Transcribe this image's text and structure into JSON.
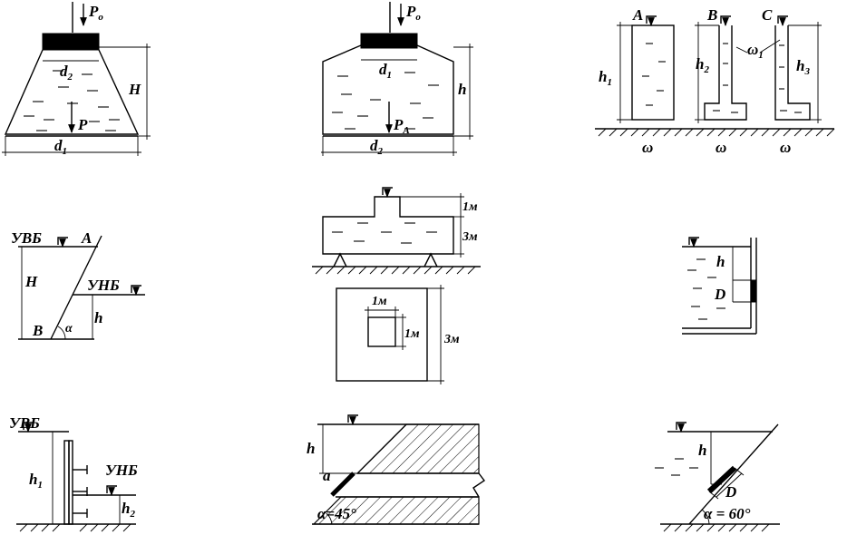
{
  "fig1": {
    "force_top": "P",
    "force_top_sub": "o",
    "force_bottom": "P",
    "top_dia": "d",
    "top_dia_sub": "2",
    "bottom_dia": "d",
    "bottom_dia_sub": "1",
    "height": "H"
  },
  "fig2": {
    "force_top": "P",
    "force_top_sub": "o",
    "force_bottom": "P",
    "force_bottom_sub": "A",
    "top_dia": "d",
    "top_dia_sub": "1",
    "bottom_dia": "d",
    "bottom_dia_sub": "2",
    "height": "h"
  },
  "fig3": {
    "vessel_a": "A",
    "vessel_b": "B",
    "vessel_c": "C",
    "h1": "h",
    "h1_sub": "1",
    "h2": "h",
    "h2_sub": "2",
    "h3": "h",
    "h3_sub": "3",
    "omega1": "ω",
    "omega1_sub": "1",
    "omega_a": "ω",
    "omega_b": "ω",
    "omega_c": "ω"
  },
  "fig4": {
    "upstream": "УВБ",
    "downstream": "УНБ",
    "point_a": "A",
    "point_b": "B",
    "height_big": "H",
    "height_small": "h",
    "angle": "α"
  },
  "fig5": {
    "dim_top": "1м",
    "dim_body": "3м"
  },
  "fig6": {
    "dim_inner_w": "1м",
    "dim_inner_h": "1м",
    "dim_outer": "3м"
  },
  "fig7": {
    "depth": "h",
    "gate": "D"
  },
  "fig8": {
    "upstream": "УВБ",
    "downstream": "УНБ",
    "h1": "h",
    "h1_sub": "1",
    "h2": "h",
    "h2_sub": "2"
  },
  "fig9": {
    "depth": "h",
    "gate_label": "a",
    "angle_label": "α=45°"
  },
  "fig10": {
    "depth": "h",
    "gate": "D",
    "angle_label": "α = 60°"
  }
}
